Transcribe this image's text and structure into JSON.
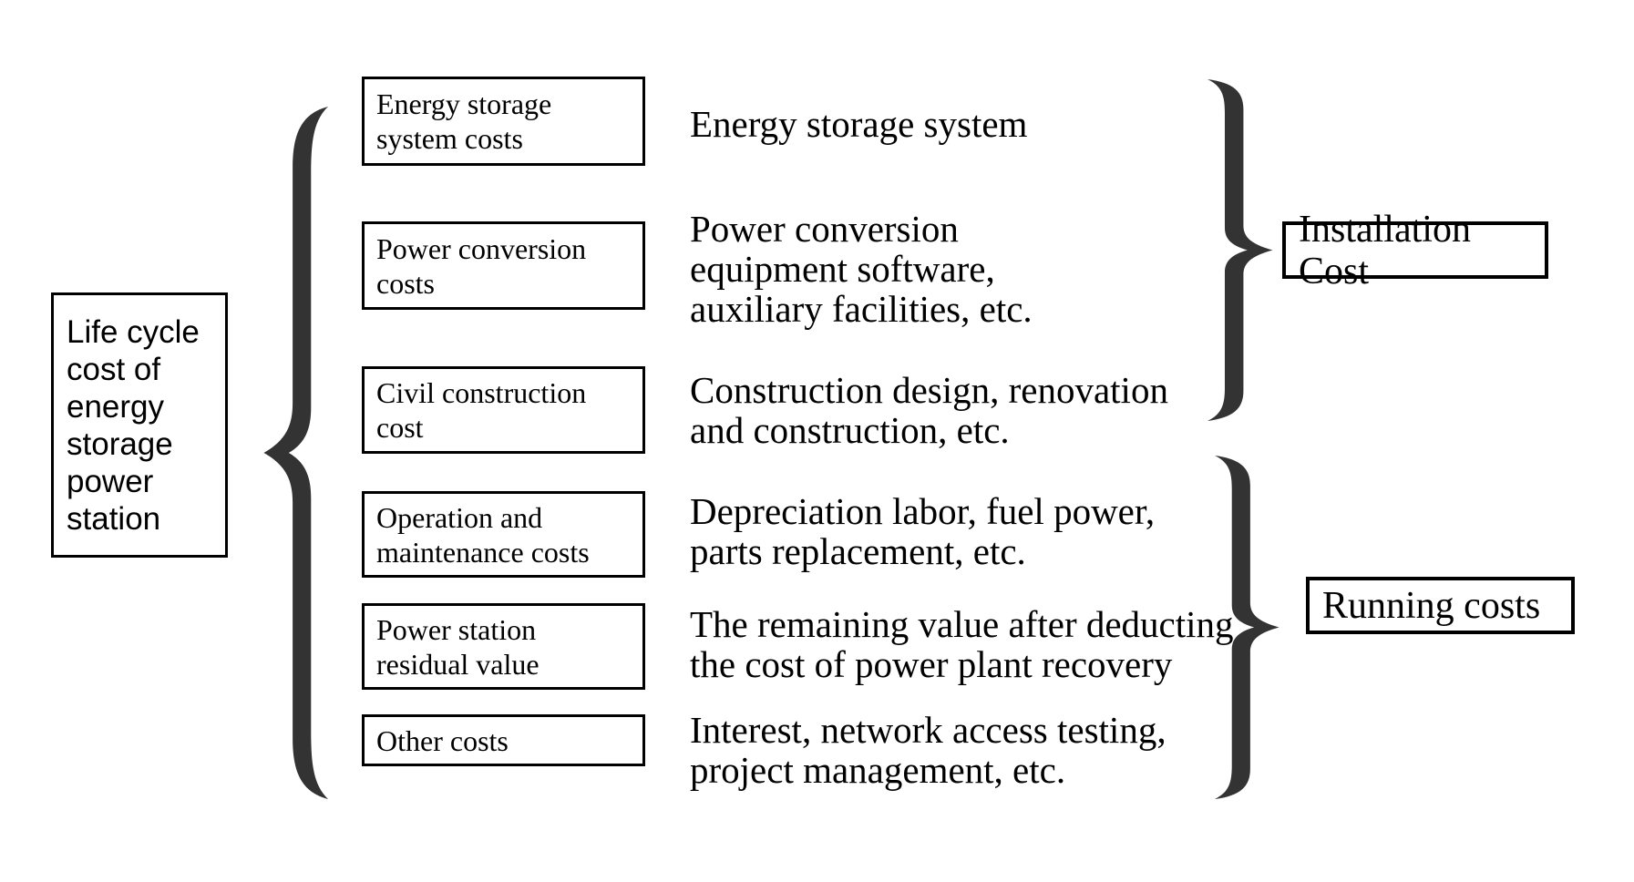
{
  "diagram": {
    "root": {
      "label": "Life cycle\ncost of\nenergy\nstorage\npower\nstation"
    },
    "rows": [
      {
        "box": "Energy storage\nsystem costs",
        "desc": "Energy storage system"
      },
      {
        "box": "Power conversion\ncosts",
        "desc": "Power conversion\nequipment software,\nauxiliary facilities, etc."
      },
      {
        "box": "Civil construction\ncost",
        "desc": "Construction design, renovation\nand construction, etc."
      },
      {
        "box": "Operation and\nmaintenance costs",
        "desc": "Depreciation labor, fuel power,\nparts replacement, etc."
      },
      {
        "box": "Power station\nresidual value",
        "desc": "The remaining value after deducting\nthe cost of power plant recovery"
      },
      {
        "box": "Other costs",
        "desc": "Interest, network access testing,\nproject management, etc."
      }
    ],
    "groups": [
      {
        "label": "Installation Cost"
      },
      {
        "label": "Running costs"
      }
    ],
    "colors": {
      "brace": "#333333",
      "border": "#000000",
      "text": "#000000",
      "background": "#ffffff"
    }
  }
}
